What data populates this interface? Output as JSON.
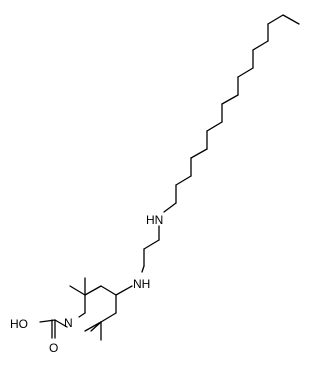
{
  "molecule": {
    "labels": {
      "nh_upper": "HN",
      "nh_lower": "NH",
      "ring_n": "N",
      "oh": "HO",
      "carbonyl_o": "O"
    },
    "bond_color": "#000000",
    "background": "#ffffff"
  }
}
